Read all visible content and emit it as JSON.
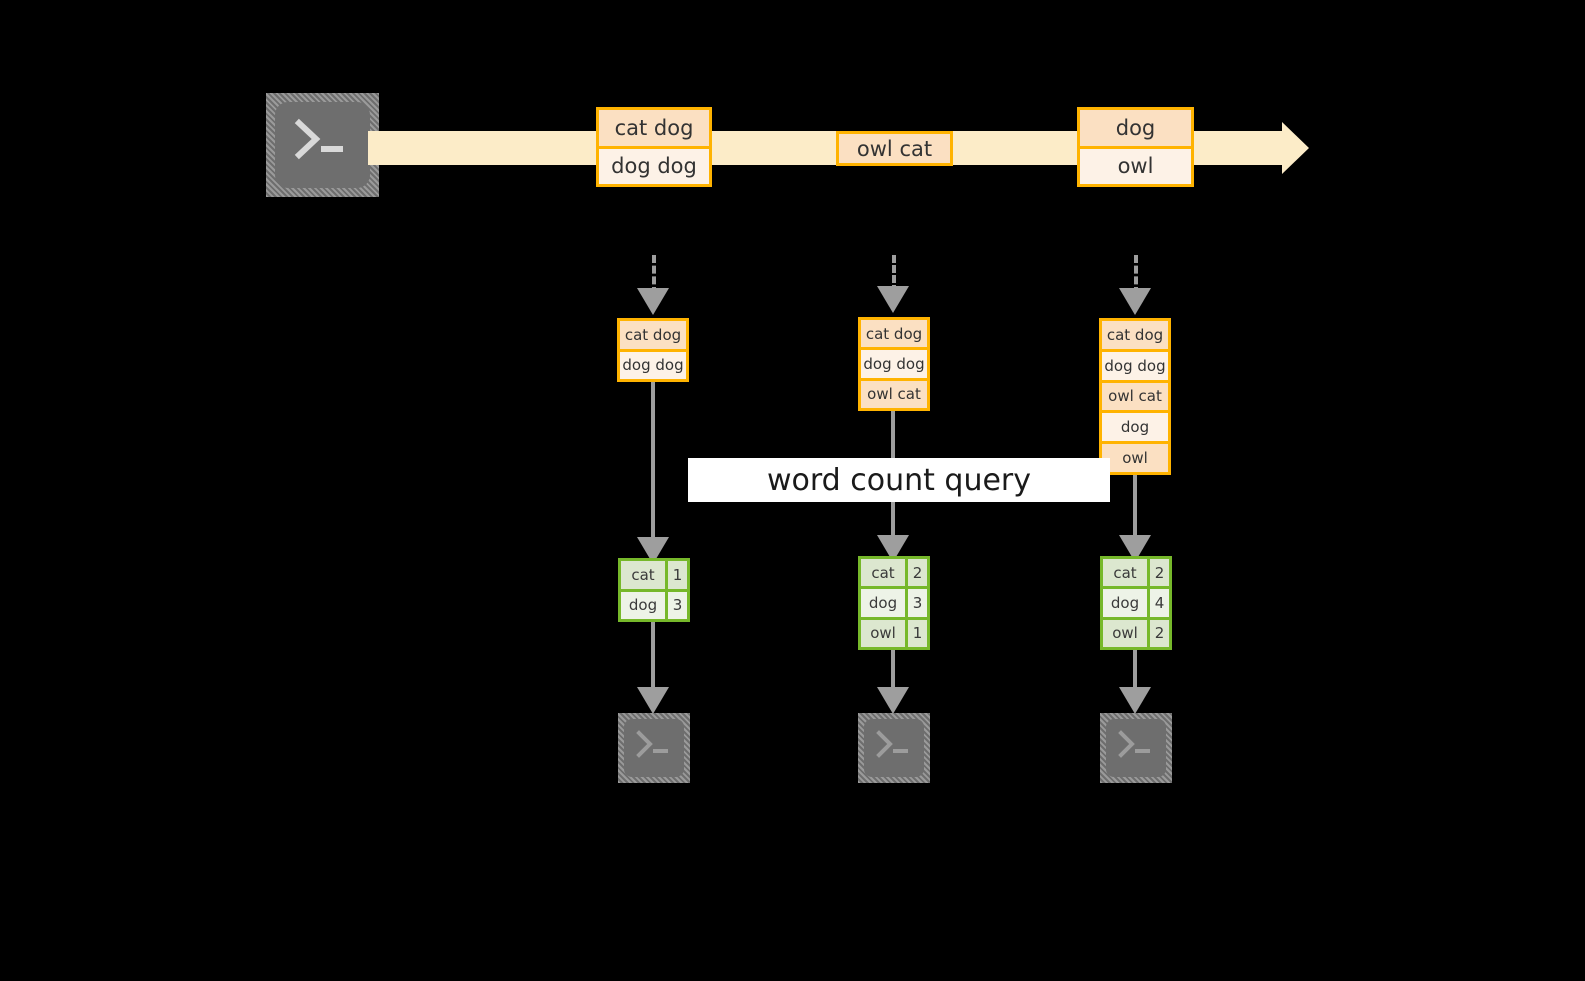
{
  "diagram": {
    "title_label": "word count query",
    "colors": {
      "background": "#000000",
      "stream_bar": "#fcecc8",
      "record_border": "#ffb300",
      "record_fill_dark": "#fbe0c2",
      "record_fill_light": "#fdf2e7",
      "table_border": "#76b82a",
      "table_fill_dark": "#dce7cf",
      "table_fill_light": "#edf3e7",
      "connector": "#9e9e9e",
      "terminal_fill": "#6e6e6e",
      "label_fill": "#ffffff",
      "text": "#333333"
    },
    "source": {
      "icon": "terminal-icon"
    },
    "stream": {
      "events": [
        {
          "id": "event-1",
          "lines": [
            "cat dog",
            "dog dog"
          ]
        },
        {
          "id": "event-2",
          "lines": [
            "owl cat"
          ]
        },
        {
          "id": "event-3",
          "lines": [
            "dog",
            "owl"
          ]
        }
      ]
    },
    "snapshots": [
      {
        "id": "snapshot-1",
        "input_lines": [
          "cat dog",
          "dog dog"
        ],
        "result_rows": [
          {
            "word": "cat",
            "count": "1"
          },
          {
            "word": "dog",
            "count": "3"
          }
        ],
        "sink_icon": "terminal-icon"
      },
      {
        "id": "snapshot-2",
        "input_lines": [
          "cat dog",
          "dog dog",
          "owl cat"
        ],
        "result_rows": [
          {
            "word": "cat",
            "count": "2"
          },
          {
            "word": "dog",
            "count": "3"
          },
          {
            "word": "owl",
            "count": "1"
          }
        ],
        "sink_icon": "terminal-icon"
      },
      {
        "id": "snapshot-3",
        "input_lines": [
          "cat dog",
          "dog dog",
          "owl cat",
          "dog",
          "owl"
        ],
        "result_rows": [
          {
            "word": "cat",
            "count": "2"
          },
          {
            "word": "dog",
            "count": "4"
          },
          {
            "word": "owl",
            "count": "2"
          }
        ],
        "sink_icon": "terminal-icon"
      }
    ]
  }
}
